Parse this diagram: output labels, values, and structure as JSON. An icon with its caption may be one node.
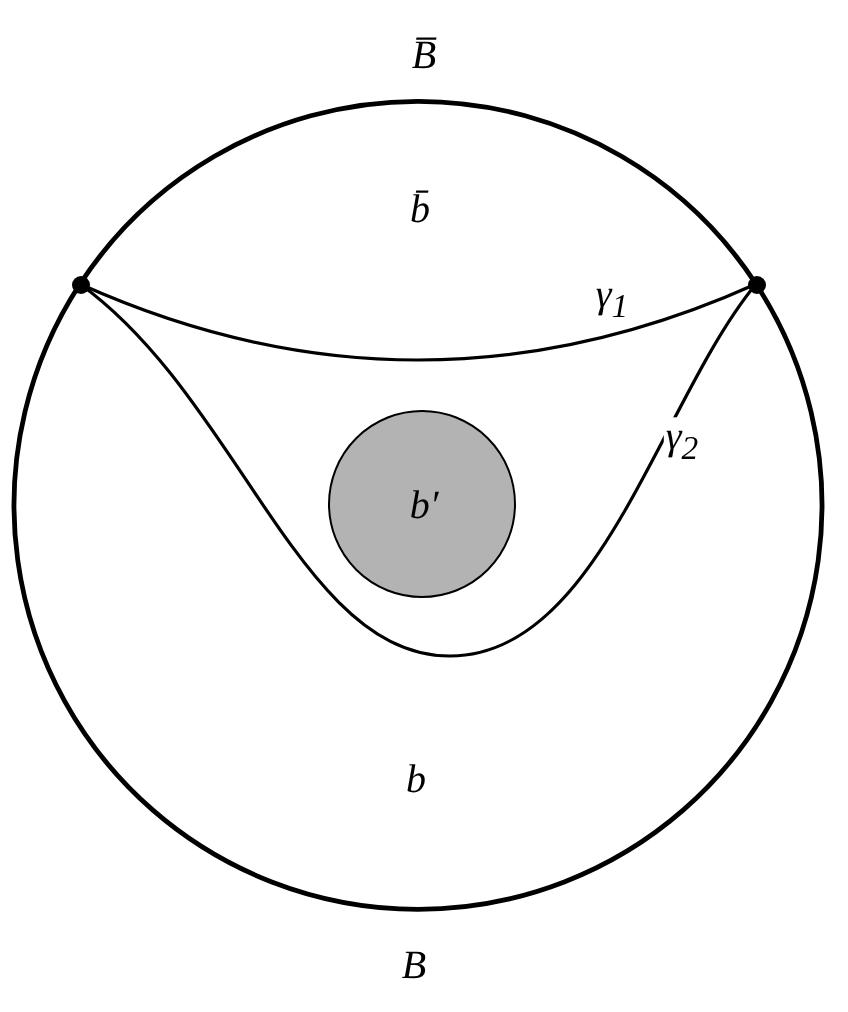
{
  "diagram": {
    "nodes": [
      {
        "text": [],
        "shape": "circle"
      },
      {
        "text": [],
        "shape": "circle"
      },
      {
        "text": [
          "b′"
        ]
      }
    ],
    "edges": [
      {
        "from": 0,
        "to": 1,
        "arrow": "none",
        "label": "B̅"
      },
      {
        "from": 0,
        "to": 1,
        "arrow": "none",
        "label": "γ$_{1}$"
      },
      {
        "from": 0,
        "to": 1,
        "arrow": "none",
        "label": "γ$_{2}$"
      },
      {
        "from": 0,
        "to": 1,
        "arrow": "none",
        "label": "B"
      }
    ],
    "labels": [
      "b̄",
      "b"
    ]
  }
}
